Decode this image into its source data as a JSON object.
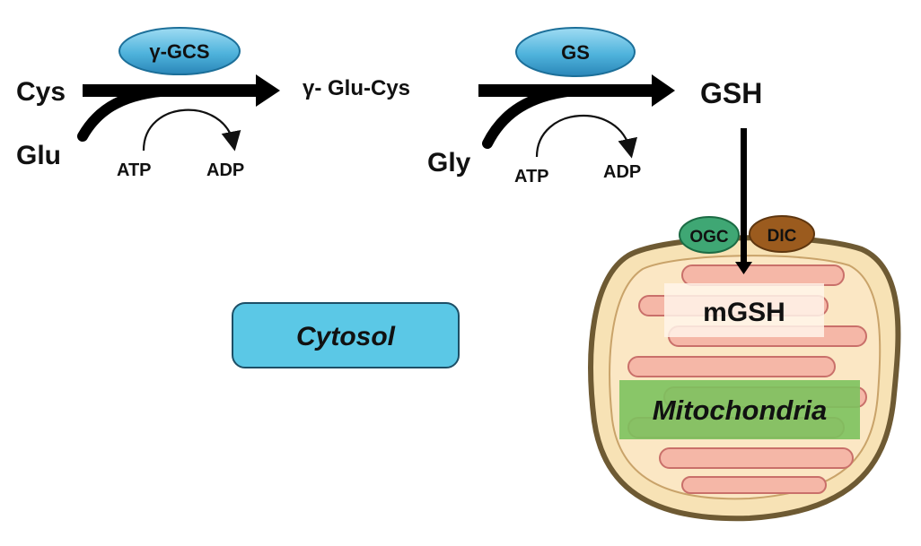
{
  "diagram": {
    "reaction1": {
      "enzyme": "γ-GCS",
      "substrate_top": "Cys",
      "substrate_bottom": "Glu",
      "cofactor_in": "ATP",
      "cofactor_out": "ADP",
      "product": "γ- Glu-Cys"
    },
    "reaction2": {
      "enzyme": "GS",
      "substrate_bottom": "Gly",
      "cofactor_in": "ATP",
      "cofactor_out": "ADP",
      "product": "GSH"
    },
    "transporters": {
      "left": "OGC",
      "right": "DIC"
    },
    "mitochondria": {
      "pool_label": "mGSH",
      "label": "Mitochondria"
    },
    "compartment_label": "Cytosol",
    "colors": {
      "enzyme_fill": "#4fb3dc",
      "cytosol_box": "#5bc8e6",
      "ogc": "#3fa774",
      "dic": "#9b5b1e",
      "mito_outer": "#f7e2b5",
      "mito_inner": "#f5b7a7",
      "mito_label_band": "#7cc25e"
    }
  }
}
